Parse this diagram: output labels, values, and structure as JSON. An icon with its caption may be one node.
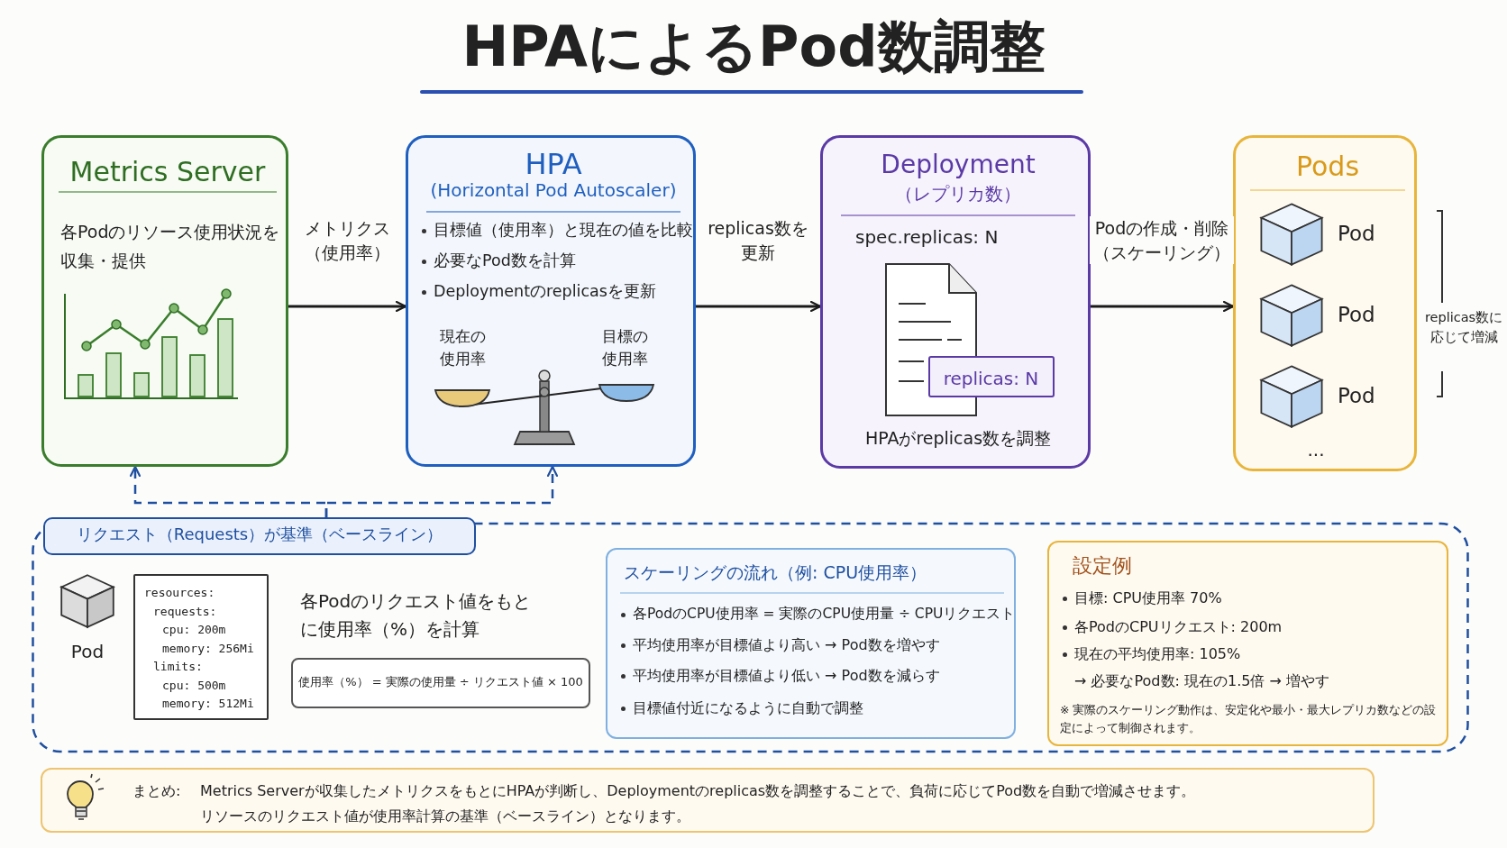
{
  "diagram": {
    "title": "HPAによるPod数調整",
    "nodes": [
      {
        "text": [
          "Metrics Server",
          "各Podのリソース使用状況を収集・提供"
        ]
      },
      {
        "text": [
          "HPA",
          "(Horizontal Pod Autoscaler)",
          "目標値（使用率）と現在の値を比較",
          "必要なPod数を計算",
          "Deploymentのreplicasを更新",
          "現在の使用率",
          "目標の使用率"
        ]
      },
      {
        "text": [
          "Deployment",
          "（レプリカ数）",
          "spec.replicas: N",
          "HPAがreplicas数を調整"
        ]
      },
      {
        "text": [
          "replicas: N"
        ],
        "in": 2
      },
      {
        "text": [
          "Pods"
        ],
        "beside": [
          "replicas数に応じて増減"
        ]
      },
      {
        "text": [
          "Pod"
        ],
        "in": 4
      },
      {
        "text": [
          "Pod"
        ],
        "in": 4
      },
      {
        "text": [
          "Pod"
        ],
        "in": 4
      },
      {
        "text": [
          "リクエスト（Requests）が基準（ベースライン）"
        ]
      },
      {
        "text": [
          "Pod"
        ],
        "in": 8
      },
      {
        "text": [
          "resources:",
          "requests:",
          "cpu: 200m",
          "memory: 256Mi",
          "limits:",
          "cpu: 500m",
          "memory: 512Mi"
        ],
        "in": 8
      },
      {
        "text": [
          "使用率（%） = 実際の使用量 ÷ リクエスト値 × 100"
        ],
        "in": 8
      },
      {
        "text": [
          "スケーリングの流れ（例: CPU使用率）",
          "各PodのCPU使用率 = 実際のCPU使用量 ÷ CPUリクエスト",
          "平均使用率が目標値より高い → Pod数を増やす",
          "平均使用率が目標値より低い → Pod数を減らす",
          "目標値付近になるように自動で調整"
        ],
        "in": 8
      },
      {
        "text": [
          "設定例",
          "目標: CPU使用率 70%",
          "各PodのCPUリクエスト: 200m",
          "現在の平均使用率: 105%",
          "→ 必要なPod数: 現在の1.5倍 → 増やす",
          "※ 実際のスケーリング動作は、安定化や最小・最大レプリカ数などの設定によって制御されます。"
        ],
        "in": 8
      },
      {
        "text": [
          "まとめ:",
          "Metrics Serverが収集したメトリクスをもとにHPAが判断し、Deploymentのreplicas数を調整することで、負荷に応じてPod数を自動で増減させます。",
          "リソースのリクエスト値が使用率計算の基準（ベースライン）となります。"
        ]
      }
    ],
    "edges": [
      {
        "from": 0,
        "to": 1,
        "arrow": "to",
        "label": "メトリクス（使用率）"
      },
      {
        "from": 1,
        "to": 2,
        "arrow": "to",
        "label": "replicas数を更新"
      },
      {
        "from": 2,
        "to": 4,
        "arrow": "to",
        "label": "Podの作成・削除（スケーリング）"
      },
      {
        "from": 8,
        "to": 0,
        "arrow": "to",
        "style": "dashed",
        "color": "#1f4fa0"
      },
      {
        "from": 8,
        "to": 1,
        "arrow": "to",
        "style": "dashed",
        "color": "#1f4fa0"
      }
    ],
    "labels": [
      "...",
      "各Podのリクエスト値をもとに使用率（%）を計算"
    ]
  }
}
